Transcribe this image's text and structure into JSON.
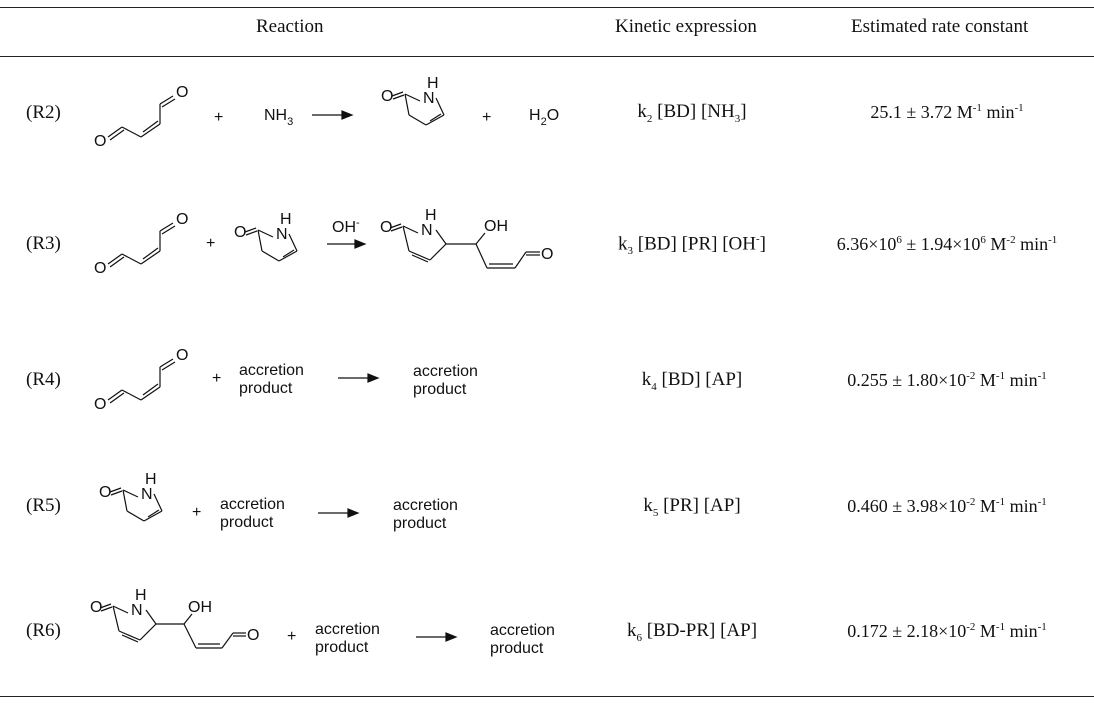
{
  "header": {
    "reaction": "Reaction",
    "kinetic": "Kinetic expression",
    "rate": "Estimated rate constant"
  },
  "chem": {
    "nh3": "NH",
    "nh3_sub": "3",
    "h2o_h": "H",
    "h2o_sub": "2",
    "h2o_o": "O",
    "oh_minus": "OH",
    "oh_minus_sup": "-",
    "o": "O",
    "n": "N",
    "h": "H",
    "oh": "OH",
    "plus": "+",
    "accretion": "accretion",
    "product": "product"
  },
  "rows": [
    {
      "label": "(R2)",
      "kinetic": {
        "k": "k",
        "k_sub": "2",
        "rest": " [BD] [NH",
        "rest_sub": "3",
        "end": "]"
      },
      "rate": {
        "value": "25.1 ± 3.72 M",
        "exp1": "-1",
        "unit": " min",
        "exp2": "-1"
      }
    },
    {
      "label": "(R3)",
      "kinetic": {
        "k": "k",
        "k_sub": "3",
        "rest": " [BD] [PR] [OH",
        "rest_sup": "-",
        "end": "]"
      },
      "rate": {
        "a": "6.36×10",
        "a_exp": "6",
        "b": " ± 1.94×10",
        "b_exp": "6",
        "unit": " M",
        "exp1": "-2",
        "unit2": " min",
        "exp2": "-1"
      }
    },
    {
      "label": "(R4)",
      "kinetic": {
        "k": "k",
        "k_sub": "4",
        "rest": " [BD] [AP]"
      },
      "rate": {
        "value": "0.255 ± 1.80×10",
        "exp0": "-2",
        "unit": " M",
        "exp1": "-1",
        "unit2": " min",
        "exp2": "-1"
      }
    },
    {
      "label": "(R5)",
      "kinetic": {
        "k": "k",
        "k_sub": "5",
        "rest": " [PR] [AP]"
      },
      "rate": {
        "value": "0.460 ± 3.98×10",
        "exp0": "-2",
        "unit": " M",
        "exp1": "-1",
        "unit2": " min",
        "exp2": "-1"
      }
    },
    {
      "label": "(R6)",
      "kinetic": {
        "k": "k",
        "k_sub": "6",
        "rest": " [BD-PR] [AP]"
      },
      "rate": {
        "value": "0.172 ± 2.18×10",
        "exp0": "-2",
        "unit": " M",
        "exp1": "-1",
        "unit2": " min",
        "exp2": "-1"
      }
    }
  ]
}
